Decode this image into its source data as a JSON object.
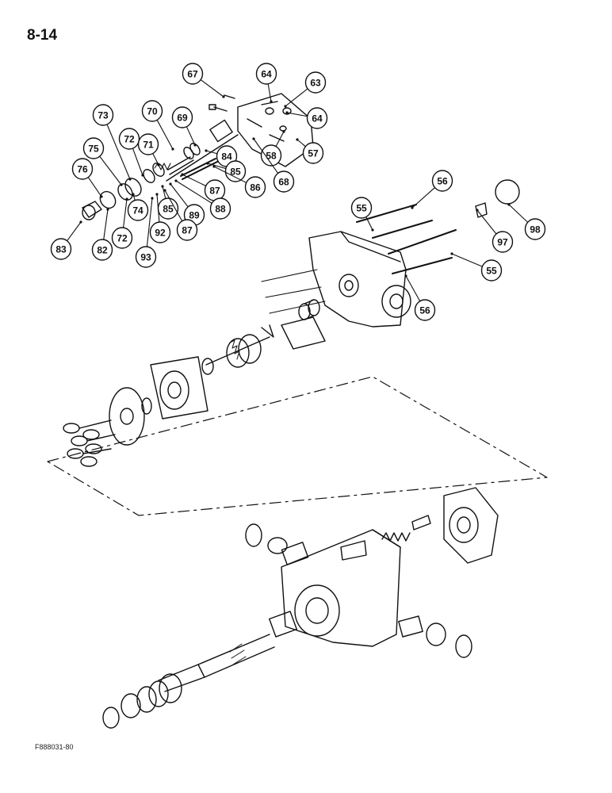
{
  "page": {
    "number": "8-14"
  },
  "figure": {
    "code": "F888031-80"
  },
  "callouts": [
    "67",
    "64",
    "63",
    "64",
    "73",
    "70",
    "69",
    "72",
    "71",
    "75",
    "76",
    "84",
    "58",
    "57",
    "85",
    "68",
    "86",
    "87",
    "88",
    "89",
    "85",
    "87",
    "92",
    "74",
    "72",
    "82",
    "83",
    "93",
    "56",
    "98",
    "55",
    "97",
    "55",
    "56"
  ],
  "colors": {
    "ink": "#111111",
    "paper": "#ffffff"
  }
}
